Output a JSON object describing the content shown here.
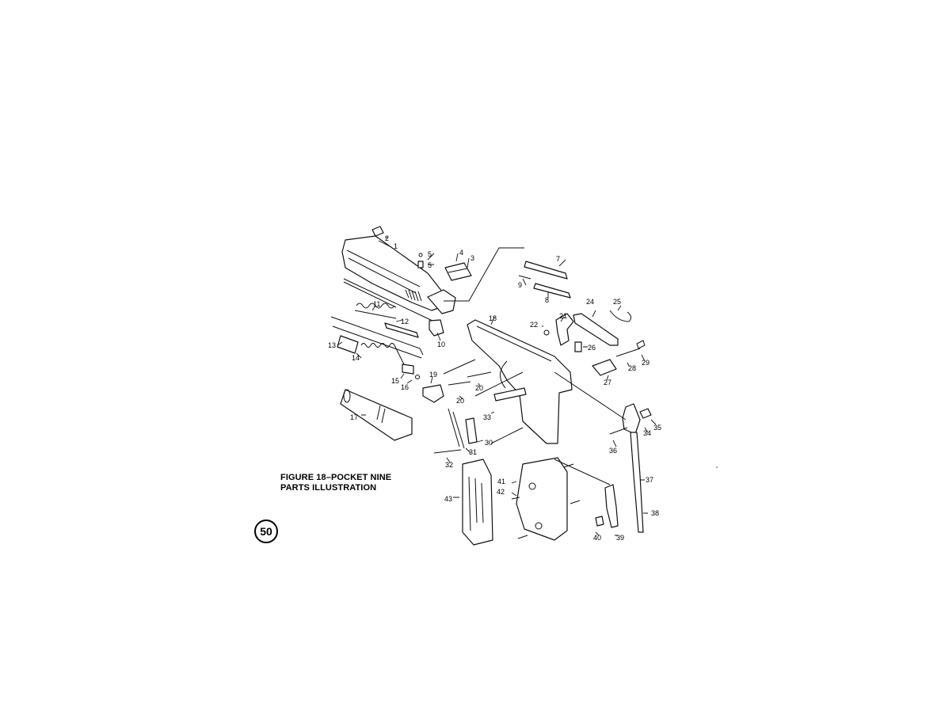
{
  "figure": {
    "caption_line1": "FIGURE 18–POCKET NINE",
    "caption_line2": "PARTS ILLUSTRATION"
  },
  "page_number": "50",
  "parts": [
    {
      "id": "p1",
      "label": "1"
    },
    {
      "id": "p2",
      "label": "2"
    },
    {
      "id": "p3",
      "label": "3"
    },
    {
      "id": "p4",
      "label": "4"
    },
    {
      "id": "p5a",
      "label": "5"
    },
    {
      "id": "p5b",
      "label": "5"
    },
    {
      "id": "p7",
      "label": "7"
    },
    {
      "id": "p8",
      "label": "8"
    },
    {
      "id": "p9",
      "label": "9"
    },
    {
      "id": "p10",
      "label": "10"
    },
    {
      "id": "p11",
      "label": "11"
    },
    {
      "id": "p12",
      "label": "12"
    },
    {
      "id": "p13",
      "label": "13"
    },
    {
      "id": "p14",
      "label": "14"
    },
    {
      "id": "p15",
      "label": "15"
    },
    {
      "id": "p16",
      "label": "16"
    },
    {
      "id": "p17",
      "label": "17"
    },
    {
      "id": "p18",
      "label": "18"
    },
    {
      "id": "p19",
      "label": "19"
    },
    {
      "id": "p20a",
      "label": "20"
    },
    {
      "id": "p20b",
      "label": "20"
    },
    {
      "id": "p21",
      "label": "21"
    },
    {
      "id": "p22",
      "label": "22"
    },
    {
      "id": "p24",
      "label": "24"
    },
    {
      "id": "p25",
      "label": "25"
    },
    {
      "id": "p26",
      "label": "26"
    },
    {
      "id": "p27",
      "label": "27"
    },
    {
      "id": "p28",
      "label": "28"
    },
    {
      "id": "p29",
      "label": "29"
    },
    {
      "id": "p30",
      "label": "30"
    },
    {
      "id": "p31",
      "label": "31"
    },
    {
      "id": "p32",
      "label": "32"
    },
    {
      "id": "p33",
      "label": "33"
    },
    {
      "id": "p34",
      "label": "34"
    },
    {
      "id": "p35",
      "label": "35"
    },
    {
      "id": "p36",
      "label": "36"
    },
    {
      "id": "p37",
      "label": "37"
    },
    {
      "id": "p38",
      "label": "38"
    },
    {
      "id": "p39",
      "label": "39"
    },
    {
      "id": "p40",
      "label": "40"
    },
    {
      "id": "p41",
      "label": "41"
    },
    {
      "id": "p42",
      "label": "42"
    },
    {
      "id": "p43",
      "label": "43"
    }
  ]
}
